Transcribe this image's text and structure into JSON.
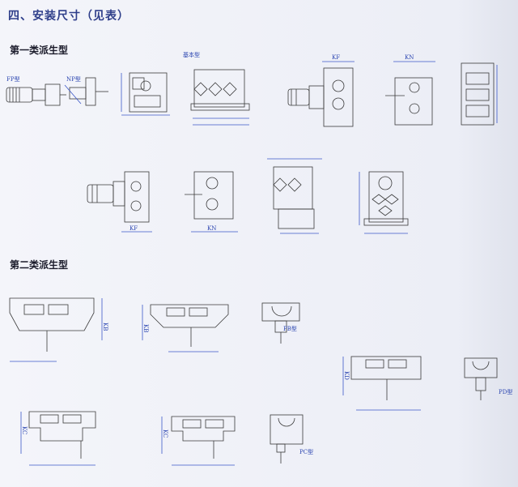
{
  "section_title": "四、安装尺寸（见表）",
  "group1": {
    "title": "第一类派生型",
    "labels": {
      "fp": "FP型",
      "np": "NP型",
      "base": "基本型",
      "kf": "KF",
      "kn": "KN",
      "kf2": "KF",
      "kn2": "KN"
    }
  },
  "group2": {
    "title": "第二类派生型",
    "labels": {
      "kb1": "KB",
      "kb2": "KB",
      "pb": "PB型",
      "kd": "KD",
      "pd": "PD型",
      "kc1": "KC",
      "kc2": "KC",
      "pc": "PC型"
    }
  },
  "colors": {
    "line": "#3a3a3a",
    "dim": "#3c58c8",
    "heading": "#2e3e8a"
  }
}
